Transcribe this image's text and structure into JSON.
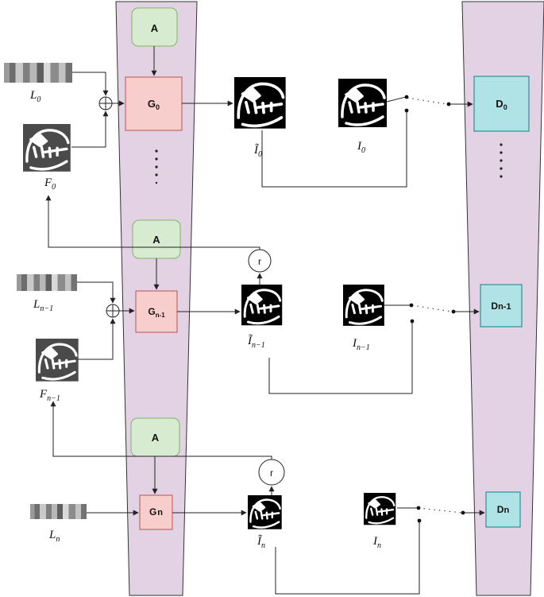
{
  "colors": {
    "trapezoid_fill": "#e2d2e3",
    "trapezoid_stroke": "#333333",
    "attention_fill": "#d7ebd1",
    "attention_stroke": "#82b366",
    "generator_fill": "#f8cecc",
    "generator_stroke": "#b85450",
    "discriminator_fill": "#b0e3e6",
    "discriminator_stroke": "#0e8088",
    "line": "#222222"
  },
  "nodes": {
    "attention_label": "A",
    "generators": [
      {
        "main": "G",
        "sub": "0"
      },
      {
        "main": "G",
        "sub": "n-1"
      },
      {
        "main": "G",
        "sub": "n"
      }
    ],
    "discriminators": [
      {
        "main": "D",
        "sub": "0"
      },
      {
        "main": "D",
        "sub": "n-1"
      },
      {
        "main": "D",
        "sub": "n"
      }
    ],
    "resize_label": "r"
  },
  "labels": {
    "L": [
      {
        "main": "L",
        "sub": "0"
      },
      {
        "main": "L",
        "sub": "n−1"
      },
      {
        "main": "L",
        "sub": "n"
      }
    ],
    "F": [
      {
        "main": "F",
        "sub": "0"
      },
      {
        "main": "F",
        "sub": "n−1"
      }
    ],
    "I_tilde": [
      {
        "main": "Ĩ",
        "sub": "0"
      },
      {
        "main": "Ĩ",
        "sub": "n−1"
      },
      {
        "main": "Ĩ",
        "sub": "n"
      }
    ],
    "I": [
      {
        "main": "I",
        "sub": "0"
      },
      {
        "main": "I",
        "sub": "n−1"
      },
      {
        "main": "I",
        "sub": "n"
      }
    ]
  },
  "icons": {
    "label_strip": "grayscale-stripes-icon",
    "mask_image": "skull-mask-icon",
    "sum": "circle-plus-icon"
  }
}
